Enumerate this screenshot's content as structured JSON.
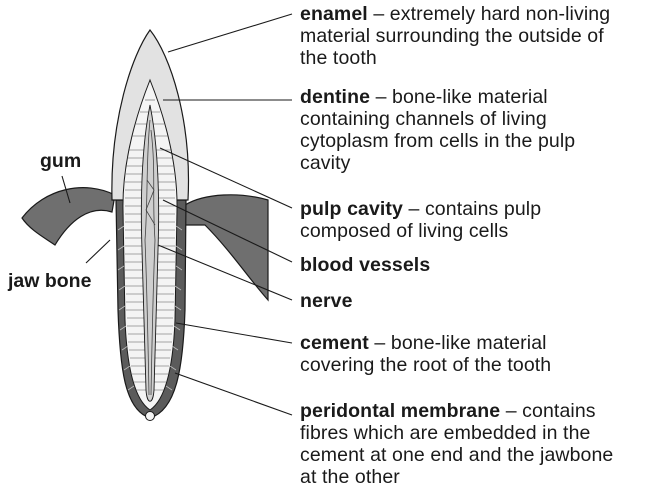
{
  "left_labels": {
    "gum": "gum",
    "jaw_bone": "jaw bone"
  },
  "labels": [
    {
      "term": "enamel",
      "desc": " – extremely hard non-living material surrounding the outside of the tooth"
    },
    {
      "term": "dentine",
      "desc": " – bone-like material containing channels of living cytoplasm from cells in the pulp cavity"
    },
    {
      "term": "pulp cavity",
      "desc": " – contains pulp composed of living cells"
    },
    {
      "term": "blood vessels",
      "desc": ""
    },
    {
      "term": "nerve",
      "desc": ""
    },
    {
      "term": "cement",
      "desc": " – bone-like material covering the root of the tooth"
    },
    {
      "term": "peridontal membrane",
      "desc": " – contains fibres which are embedded in the cement at one end and the jawbone at the other"
    }
  ],
  "colors": {
    "gum": "#6f6f6f",
    "enamel": "#e2e2e2",
    "dentine": "#f4f4f4",
    "pulp": "#cfcfcf",
    "root_membrane": "#5b5b5b",
    "outline": "#1a1a1a"
  }
}
